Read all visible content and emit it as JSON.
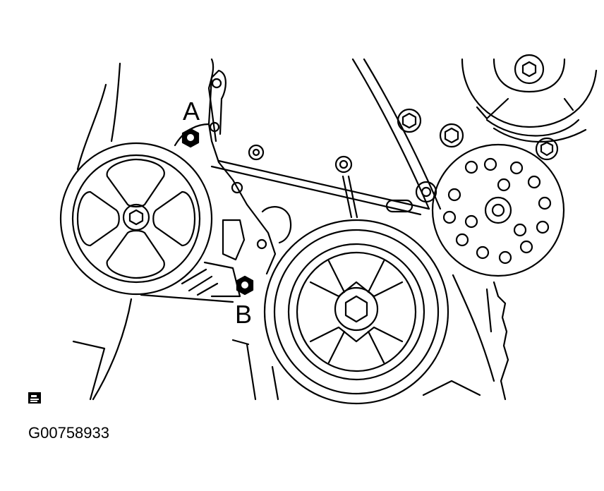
{
  "callouts": {
    "a": "A",
    "b": "B"
  },
  "figure_id": "G00758933",
  "icons": [
    "document-reference-icon"
  ],
  "colors": {
    "ink": "#000000",
    "paper": "#ffffff"
  }
}
